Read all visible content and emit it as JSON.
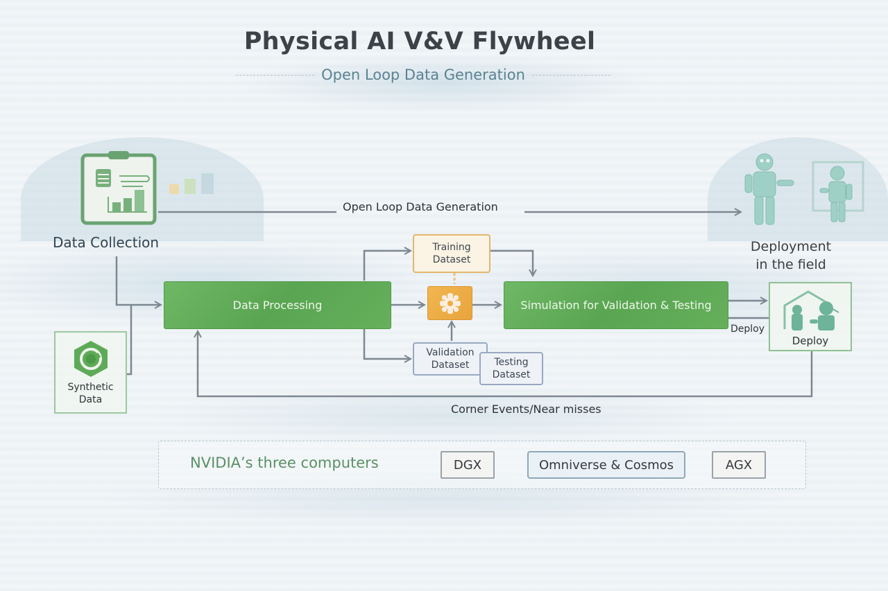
{
  "header": {
    "title": "Physical AI V&V Flywheel",
    "subtitle": "Open Loop Data Generation"
  },
  "nodes": {
    "data_collection": {
      "label": "Data Collection",
      "icon": "clipboard-chart-icon"
    },
    "deployment_field": {
      "line1": "Deployment",
      "line2": "in the field",
      "icon": "robots-icon"
    },
    "data_processing": {
      "label": "Data Processing"
    },
    "training_dataset": {
      "line1": "Training",
      "line2": "Dataset"
    },
    "validation_dataset": {
      "line1": "Validation",
      "line2": "Dataset"
    },
    "testing_dataset": {
      "line1": "Testing",
      "line2": "Dataset"
    },
    "processor": {
      "icon": "gear-icon"
    },
    "simulation": {
      "label": "Simulation for Validation & Testing"
    },
    "synthetic_data": {
      "line1": "Synthetic",
      "line2": "Data",
      "icon": "hexagon-cycle-icon"
    },
    "deploy_box": {
      "label": "Deploy",
      "icon": "home-robot-icon"
    }
  },
  "edges": {
    "open_loop": "Open Loop Data Generation",
    "deploy": "Deploy",
    "corner_events": "Corner Events/Near misses"
  },
  "computers": {
    "label": "NVIDIA’s three computers",
    "items": [
      "DGX",
      "Omniverse & Cosmos",
      "AGX"
    ]
  },
  "colors": {
    "process_green": "#5fab57",
    "gear_orange": "#eead45",
    "training_border": "#e0b76e",
    "validation_border": "#98a8c0",
    "arrow_gray": "#7d8791"
  }
}
